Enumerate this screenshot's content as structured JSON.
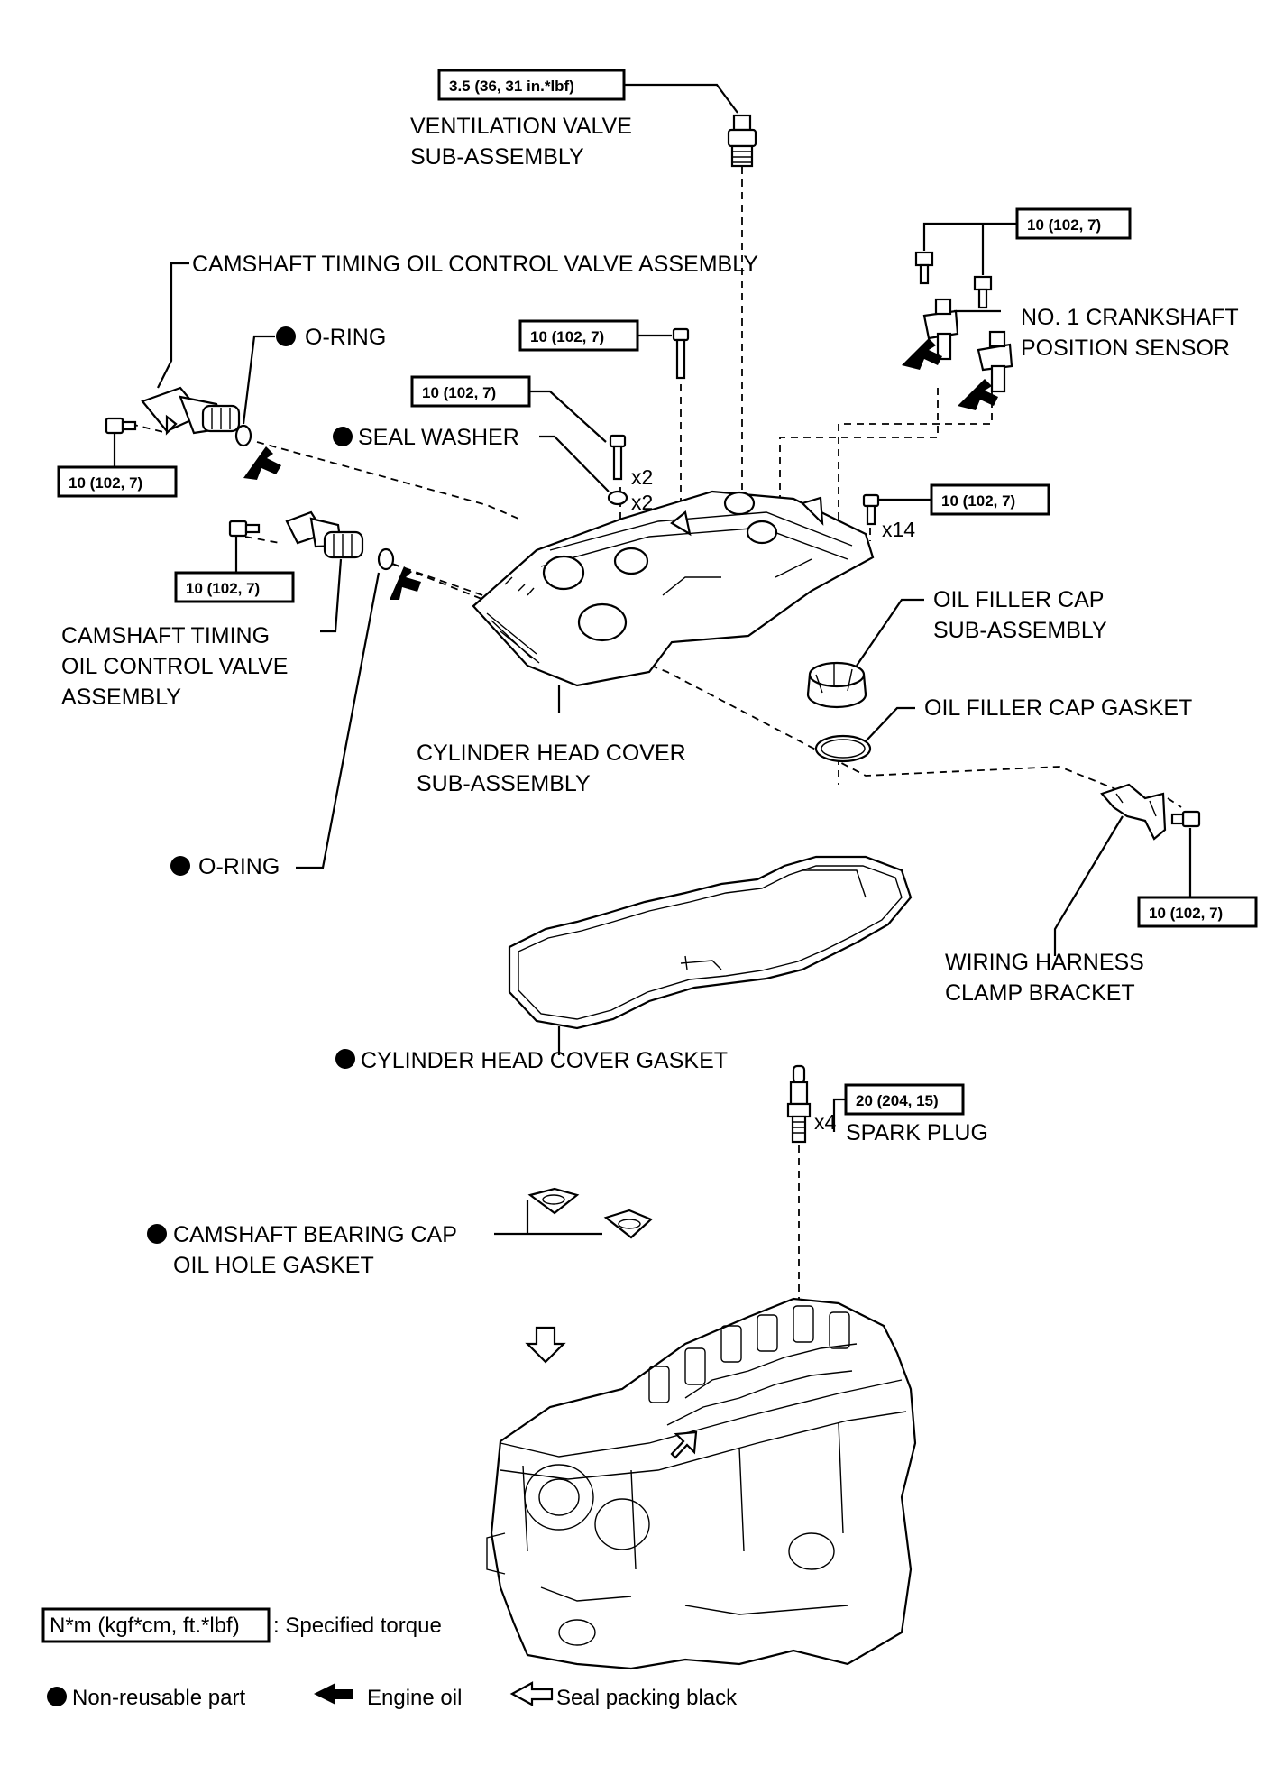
{
  "torque_specs": {
    "ventilation_valve": "3.5 (36, 31 in.*lbf)",
    "crank_sensor": "10 (102, 7)",
    "cover_bolt_top": "10 (102, 7)",
    "seal_washer_bolt": "10 (102, 7)",
    "ocv_upper": "10 (102, 7)",
    "cover_bolts_x14": "10 (102, 7)",
    "ocv_lower": "10 (102, 7)",
    "wiring_bracket": "10 (102, 7)",
    "spark_plug": "20 (204, 15)"
  },
  "labels": {
    "ventilation_valve_1": "VENTILATION VALVE",
    "ventilation_valve_2": "SUB-ASSEMBLY",
    "camshaft_ocv_upper": "CAMSHAFT TIMING OIL CONTROL VALVE ASSEMBLY",
    "oring_upper": "O-RING",
    "crank_sensor_1": "NO. 1 CRANKSHAFT",
    "crank_sensor_2": "POSITION SENSOR",
    "seal_washer": "SEAL WASHER",
    "camshaft_ocv_lower_1": "CAMSHAFT TIMING",
    "camshaft_ocv_lower_2": "OIL CONTROL VALVE",
    "camshaft_ocv_lower_3": "ASSEMBLY",
    "oil_filler_cap_1": "OIL FILLER CAP",
    "oil_filler_cap_2": "SUB-ASSEMBLY",
    "oil_filler_gasket": "OIL FILLER CAP GASKET",
    "head_cover_1": "CYLINDER HEAD COVER",
    "head_cover_2": "SUB-ASSEMBLY",
    "oring_lower": "O-RING",
    "wiring_bracket_1": "WIRING HARNESS",
    "wiring_bracket_2": "CLAMP BRACKET",
    "head_cover_gasket": "CYLINDER HEAD COVER GASKET",
    "spark_plug": "SPARK PLUG",
    "bearing_gasket_1": "CAMSHAFT BEARING CAP",
    "bearing_gasket_2": "OIL HOLE GASKET"
  },
  "quantities": {
    "seal_washer_bolt": "x2",
    "seal_washer": "x2",
    "cover_bolts": "x14",
    "spark_plug": "x4"
  },
  "legend": {
    "torque_unit": "N*m (kgf*cm, ft.*lbf)",
    "torque_desc": ": Specified torque",
    "non_reusable": "Non-reusable part",
    "engine_oil": "Engine oil",
    "seal_packing": "Seal packing black"
  }
}
